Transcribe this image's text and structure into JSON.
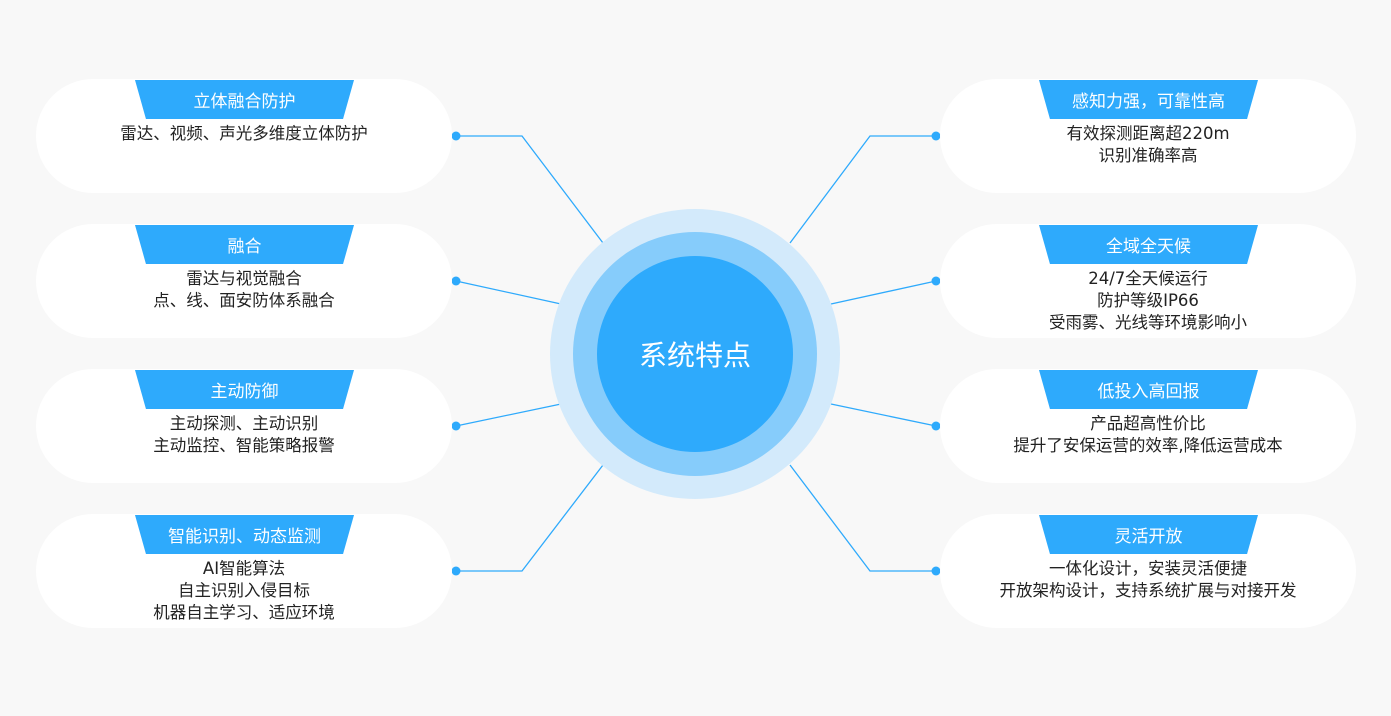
{
  "center": {
    "title": "系统特点"
  },
  "colors": {
    "accent": "#2eaafc",
    "ring_middle": "#86ccfb",
    "ring_outer": "#d3eafb",
    "line": "#2eaafc"
  },
  "left_cards": [
    {
      "title": "立体融合防护",
      "lines": [
        "雷达、视频、声光多维度立体防护"
      ]
    },
    {
      "title": "融合",
      "lines": [
        "雷达与视觉融合",
        "点、线、面安防体系融合"
      ]
    },
    {
      "title": "主动防御",
      "lines": [
        "主动探测、主动识别",
        "主动监控、智能策略报警"
      ]
    },
    {
      "title": "智能识别、动态监测",
      "lines": [
        "AI智能算法",
        "自主识别入侵目标",
        "机器自主学习、适应环境"
      ]
    }
  ],
  "right_cards": [
    {
      "title": "感知力强，可靠性高",
      "lines": [
        "有效探测距离超220m",
        "识别准确率高"
      ]
    },
    {
      "title": "全域全天候",
      "lines": [
        "24/7全天候运行",
        "防护等级IP66",
        "受雨雾、光线等环境影响小"
      ]
    },
    {
      "title": "低投入高回报",
      "lines": [
        "产品超高性价比",
        "提升了安保运营的效率,降低运营成本"
      ]
    },
    {
      "title": "灵活开放",
      "lines": [
        "一体化设计，安装灵活便捷",
        "开放架构设计，支持系统扩展与对接开发"
      ]
    }
  ]
}
